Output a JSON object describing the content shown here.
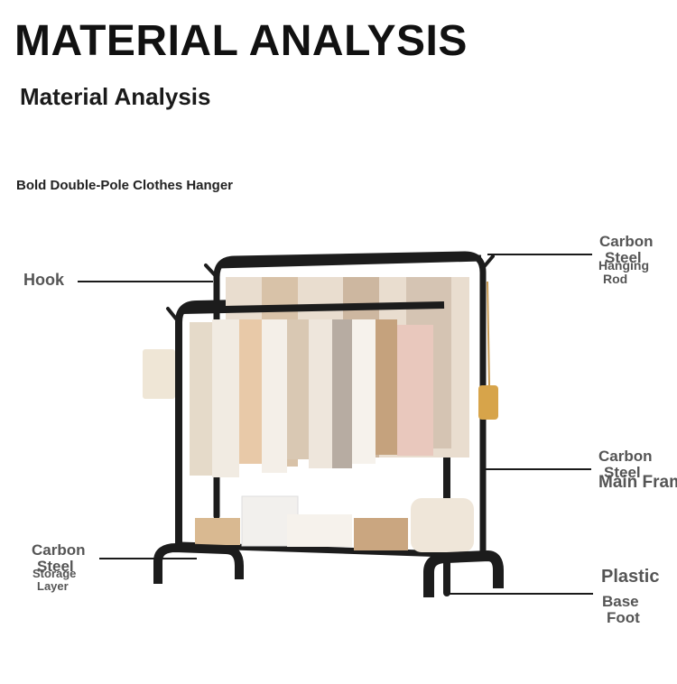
{
  "header": {
    "title": "MATERIAL ANALYSIS",
    "subtitle": "Material Analysis",
    "product": "Bold Double-Pole Clothes Hanger"
  },
  "callouts": {
    "hook": "Hook",
    "hanging_rod": {
      "material_a": "Carbon",
      "material_b": "Steel",
      "part_a": "Hanging",
      "part_b": "Rod"
    },
    "main_frame": {
      "material_a": "Carbon",
      "material_b": "Steel",
      "part": "Main Frame"
    },
    "storage_layer": {
      "material_a": "Carbon",
      "material_b": "Steel",
      "part_a": "Storage",
      "part_b": "Layer"
    },
    "base_foot": {
      "material": "Plastic",
      "part_a": "Base",
      "part_b": "Foot"
    }
  },
  "colors": {
    "frame": "#1c1c1c",
    "callout_text": "#555555",
    "title": "#111111"
  }
}
